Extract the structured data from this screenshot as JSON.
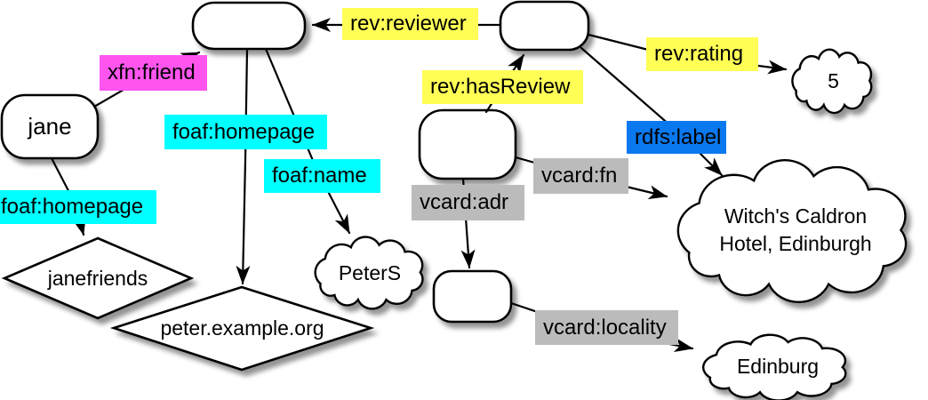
{
  "colors": {
    "magenta": "#ff55ee",
    "cyan": "#00ffff",
    "yellow": "#ffff55",
    "blue": "#0a78ee",
    "gray": "#bbbbbb"
  },
  "edge_labels": {
    "xfn_friend": "xfn:friend",
    "foaf_homepage_jane": "foaf:homepage",
    "foaf_homepage_person": "foaf:homepage",
    "foaf_name": "foaf:name",
    "rev_reviewer": "rev:reviewer",
    "rev_has_review": "rev:hasReview",
    "rev_rating": "rev:rating",
    "rdfs_label": "rdfs:label",
    "vcard_fn": "vcard:fn",
    "vcard_adr": "vcard:adr",
    "vcard_locality": "vcard:locality"
  },
  "node_labels": {
    "jane": "jane",
    "janefriends": "janefriends",
    "peter_homepage": "peter.example.org",
    "peter_name": "PeterS",
    "rating_value": "5",
    "hotel_label_line1": "Witch's Caldron",
    "hotel_label_line2": "Hotel, Edinburgh",
    "locality_value": "Edinburg"
  }
}
